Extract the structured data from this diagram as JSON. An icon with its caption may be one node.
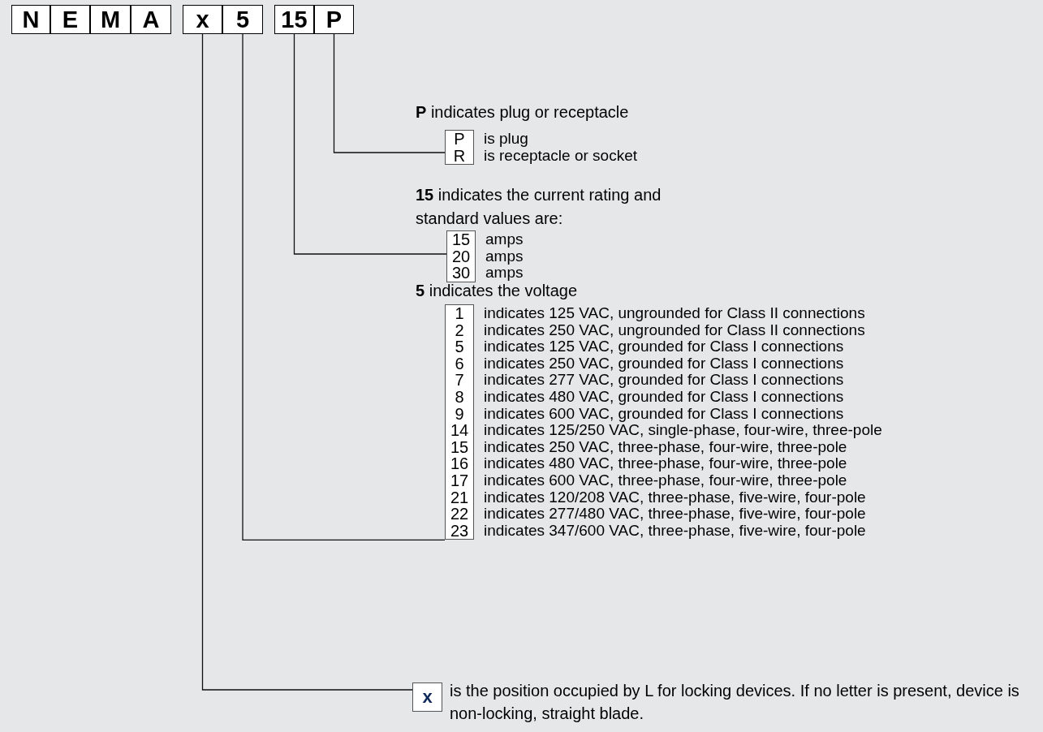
{
  "diagram": {
    "nodes": [
      {
        "text": [
          "N"
        ]
      },
      {
        "text": [
          "E"
        ]
      },
      {
        "text": [
          "M"
        ]
      },
      {
        "text": [
          "A"
        ]
      },
      {
        "text": [
          "x"
        ]
      },
      {
        "text": [
          "5"
        ]
      },
      {
        "text": [
          "15"
        ]
      },
      {
        "text": [
          "P"
        ]
      },
      {
        "text": [
          "P",
          "R"
        ],
        "beside": [
          "is plug",
          "is receptacle or socket"
        ]
      },
      {
        "text": [
          "15",
          "20",
          "30"
        ],
        "beside": [
          "amps",
          "amps",
          "amps"
        ]
      },
      {
        "text": [
          "1",
          "2",
          "5",
          "6",
          "7",
          "8",
          "9",
          "14",
          "15",
          "16",
          "17",
          "21",
          "22",
          "23"
        ],
        "beside": [
          "indicates 125 VAC, ungrounded for Class II connections",
          "indicates 250 VAC, ungrounded for Class II connections",
          "indicates 125 VAC, grounded for Class I connections",
          "indicates 250 VAC, grounded for Class I connections",
          "indicates 277 VAC, grounded for Class I connections",
          "indicates 480 VAC, grounded for Class I connections",
          "indicates 600 VAC, grounded for Class I connections",
          "indicates 125/250 VAC, single-phase, four-wire, three-pole",
          "indicates 250 VAC, three-phase, four-wire, three-pole",
          "indicates 480 VAC, three-phase, four-wire, three-pole",
          "indicates 600 VAC, three-phase, four-wire, three-pole",
          "indicates 120/208 VAC, three-phase, five-wire, four-pole",
          "indicates 277/480 VAC, three-phase, five-wire, four-pole",
          "indicates 347/600 VAC, three-phase, five-wire, four-pole"
        ]
      },
      {
        "text": [
          "x"
        ],
        "beside": [
          "is the position occupied by L for locking devices. If no letter is present, device is non-locking, straight blade."
        ]
      }
    ],
    "edges": [
      {
        "from": 7,
        "to": 8,
        "arrow": "none"
      },
      {
        "from": 6,
        "to": 9,
        "arrow": "none"
      },
      {
        "from": 5,
        "to": 10,
        "arrow": "none"
      },
      {
        "from": 4,
        "to": 11,
        "arrow": "none"
      }
    ],
    "labels": [
      "**P** indicates plug or receptacle",
      "**15** indicates the current rating and standard values are:",
      "**5** indicates the voltage"
    ]
  }
}
